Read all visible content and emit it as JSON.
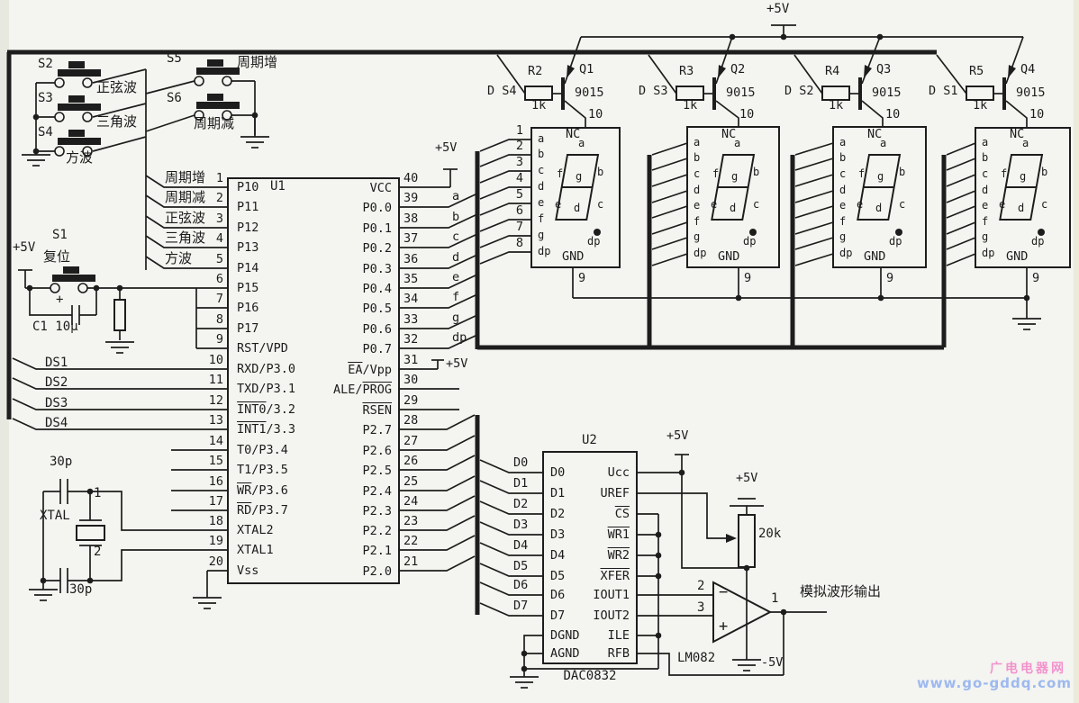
{
  "power": {
    "plus5v": "+5V",
    "minus5v": "-5V"
  },
  "switch_bank": {
    "switches": [
      {
        "ref": "S2",
        "label": "正弦波"
      },
      {
        "ref": "S3",
        "label": "三角波"
      },
      {
        "ref": "S4",
        "label": "方波"
      },
      {
        "ref": "S5",
        "label": "周期增"
      },
      {
        "ref": "S6",
        "label": "周期减"
      }
    ]
  },
  "reset": {
    "ref": "S1",
    "label": "复位",
    "plus": "+",
    "cap": "C1 10μ"
  },
  "xtal": {
    "ref": "XTAL",
    "cap_top": "30p",
    "cap_bottom": "30p",
    "node1": "1",
    "node2": "2"
  },
  "ds_lines": [
    "DS1",
    "DS2",
    "DS3",
    "DS4"
  ],
  "u1": {
    "ref": "U1",
    "input_rows": [
      {
        "label": "周期增",
        "n": "1"
      },
      {
        "label": "周期减",
        "n": "2"
      },
      {
        "label": "正弦波",
        "n": "3"
      },
      {
        "label": "三角波",
        "n": "4"
      },
      {
        "label": "方波",
        "n": "5"
      }
    ],
    "left_pins": [
      {
        "n": "1",
        "label": "P10"
      },
      {
        "n": "2",
        "label": "P11"
      },
      {
        "n": "3",
        "label": "P12"
      },
      {
        "n": "4",
        "label": "P13"
      },
      {
        "n": "5",
        "label": "P14"
      },
      {
        "n": "6",
        "label": "P15"
      },
      {
        "n": "7",
        "label": "P16"
      },
      {
        "n": "8",
        "label": "P17"
      },
      {
        "n": "9",
        "label": "RST/VPD"
      },
      {
        "n": "10",
        "label": "RXD/P3.0"
      },
      {
        "n": "11",
        "label": "TXD/P3.1"
      },
      {
        "n": "12",
        "label": [
          {
            "t": "INT0",
            "bar": 1
          },
          {
            "t": "/3.2"
          }
        ]
      },
      {
        "n": "13",
        "label": [
          {
            "t": "INT1",
            "bar": 1
          },
          {
            "t": "/3.3"
          }
        ]
      },
      {
        "n": "14",
        "label": "T0/P3.4"
      },
      {
        "n": "15",
        "label": "T1/P3.5"
      },
      {
        "n": "16",
        "label": [
          {
            "t": "WR",
            "bar": 1
          },
          {
            "t": "/P3.6"
          }
        ]
      },
      {
        "n": "17",
        "label": [
          {
            "t": "RD",
            "bar": 1
          },
          {
            "t": "/P3.7"
          }
        ]
      },
      {
        "n": "18",
        "label": "XTAL2"
      },
      {
        "n": "19",
        "label": "XTAL1"
      },
      {
        "n": "20",
        "label": "Vss"
      }
    ],
    "right_pins": [
      {
        "n": "40",
        "label": "VCC"
      },
      {
        "n": "39",
        "label": "P0.0"
      },
      {
        "n": "38",
        "label": "P0.1"
      },
      {
        "n": "37",
        "label": "P0.2"
      },
      {
        "n": "36",
        "label": "P0.3"
      },
      {
        "n": "35",
        "label": "P0.4"
      },
      {
        "n": "34",
        "label": "P0.5"
      },
      {
        "n": "33",
        "label": "P0.6"
      },
      {
        "n": "32",
        "label": "P0.7"
      },
      {
        "n": "31",
        "label": [
          {
            "t": "EA",
            "bar": 1
          },
          {
            "t": "/Vpp"
          }
        ]
      },
      {
        "n": "30",
        "label": [
          {
            "t": "ALE/"
          },
          {
            "t": "PROG",
            "bar": 1
          }
        ]
      },
      {
        "n": "29",
        "label": [
          {
            "t": "RSEN",
            "bar": 1
          }
        ]
      },
      {
        "n": "28",
        "label": "P2.7"
      },
      {
        "n": "27",
        "label": "P2.6"
      },
      {
        "n": "26",
        "label": "P2.5"
      },
      {
        "n": "25",
        "label": "P2.4"
      },
      {
        "n": "24",
        "label": "P2.3"
      },
      {
        "n": "23",
        "label": "P2.2"
      },
      {
        "n": "22",
        "label": "P2.1"
      },
      {
        "n": "21",
        "label": "P2.0"
      }
    ],
    "bus_letters": [
      "a",
      "b",
      "c",
      "d",
      "e",
      "f",
      "g",
      "dp"
    ]
  },
  "drivers": [
    {
      "q": "Q1",
      "part": "9015",
      "r": "R2",
      "value": "1k",
      "ds": "D S4",
      "pin10": "10"
    },
    {
      "q": "Q2",
      "part": "9015",
      "r": "R3",
      "value": "1k",
      "ds": "D S3",
      "pin10": "10"
    },
    {
      "q": "Q3",
      "part": "9015",
      "r": "R4",
      "value": "1k",
      "ds": "D S2",
      "pin10": "10"
    },
    {
      "q": "Q4",
      "part": "9015",
      "r": "R5",
      "value": "1k",
      "ds": "D S1",
      "pin10": "10"
    }
  ],
  "displays": {
    "nc": "NC",
    "gnd": "GND",
    "pin9": "9",
    "pin10": "10",
    "letters": [
      "a",
      "b",
      "c",
      "d",
      "e",
      "f",
      "g",
      "dp"
    ],
    "numbers": [
      "1",
      "2",
      "3",
      "4",
      "5",
      "6",
      "7",
      "8"
    ]
  },
  "u2": {
    "ref": "U2",
    "part": "DAC0832",
    "data_labels": [
      "D0",
      "D1",
      "D2",
      "D3",
      "D4",
      "D5",
      "D6",
      "D7"
    ],
    "left_pins": [
      "D0",
      "D1",
      "D2",
      "D3",
      "D4",
      "D5",
      "D6",
      "D7",
      "DGND",
      "AGND"
    ],
    "right_pins": [
      "Ucc",
      "UREF",
      [
        {
          "t": "CS",
          "bar": 1
        }
      ],
      [
        {
          "t": "WR1",
          "bar": 1
        }
      ],
      [
        {
          "t": "WR2",
          "bar": 1
        }
      ],
      [
        {
          "t": "XFER",
          "bar": 1
        }
      ],
      "IOUT1",
      "IOUT2",
      "ILE",
      "RFB"
    ]
  },
  "opamp": {
    "part": "LM082",
    "pot": "20k",
    "in_minus_pin": "2",
    "in_plus_pin": "3",
    "out_pin": "1",
    "minus": "−",
    "plus": "+",
    "output_label": "模拟波形输出"
  },
  "watermark": {
    "line1": "广电电器网",
    "line2": "www.go-gddq.com",
    "color1": "#f293cd",
    "color2": "#9db9ef"
  }
}
